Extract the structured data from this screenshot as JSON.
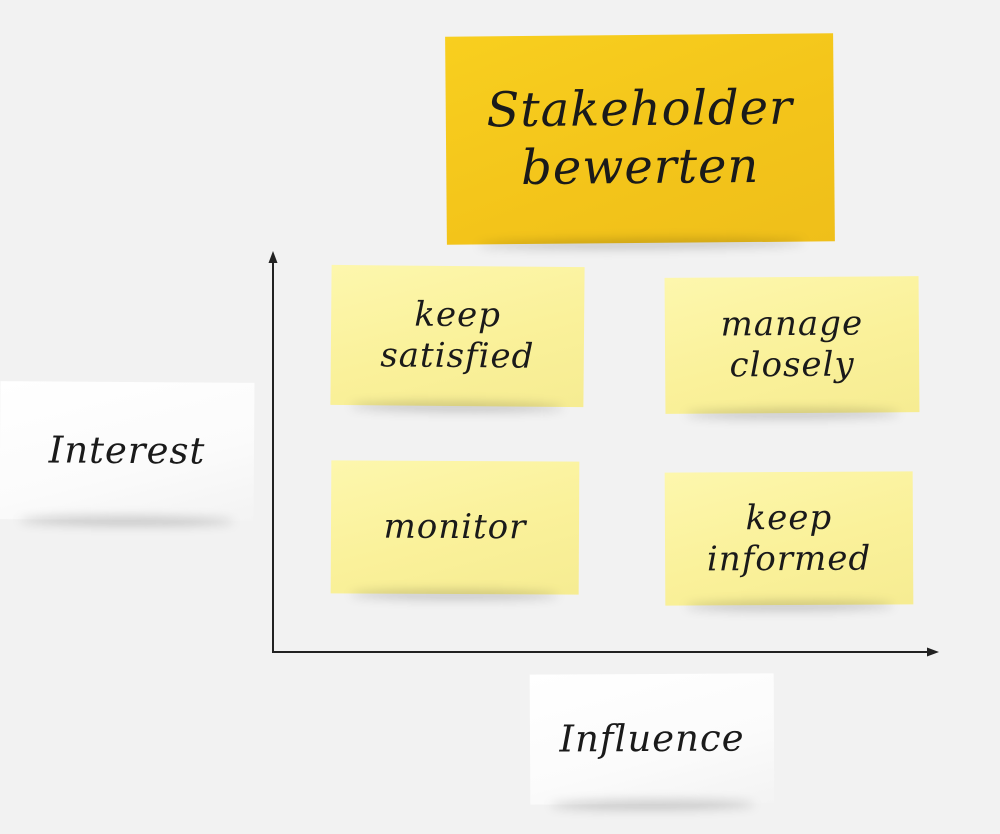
{
  "title_note": {
    "line1": "Stakeholder",
    "line2": "bewerten",
    "color": "#f5c61c"
  },
  "quadrants": {
    "keep_satisfied": {
      "line1": "keep",
      "line2": "satisfied"
    },
    "manage_closely": {
      "line1": "manage",
      "line2": "closely"
    },
    "monitor": {
      "line1": "monitor"
    },
    "keep_informed": {
      "line1": "keep",
      "line2": "informed"
    },
    "color": "#fbf3a1"
  },
  "axes": {
    "y_label": "Interest",
    "x_label": "Influence"
  }
}
